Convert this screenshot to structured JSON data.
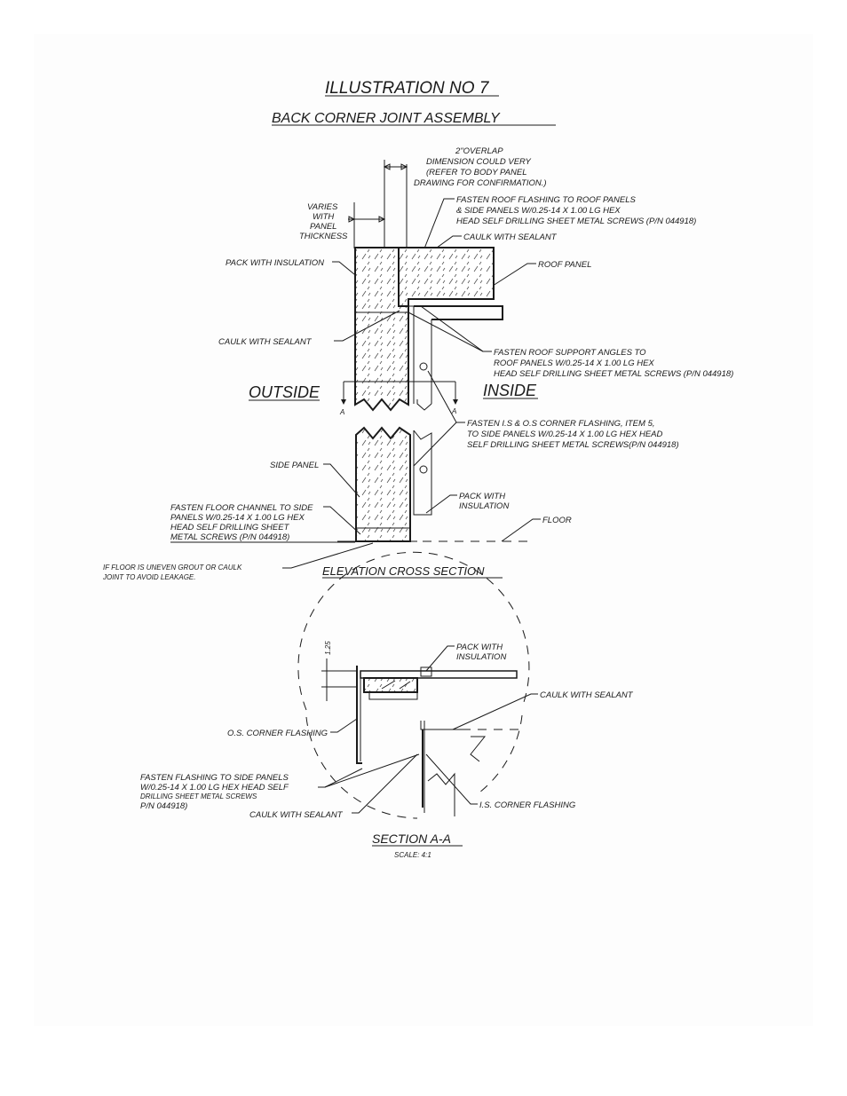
{
  "title": "ILLUSTRATION NO 7",
  "subtitle": "BACK CORNER JOINT ASSEMBLY",
  "overlap_note": [
    "2\"OVERLAP",
    "DIMENSION COULD VERY",
    "(REFER TO BODY PANEL",
    "DRAWING FOR CONFIRMATION.)"
  ],
  "varies_note": [
    "VARIES",
    "WITH",
    "PANEL",
    "THICKNESS"
  ],
  "fasten_roof_flashing": [
    "FASTEN ROOF FLASHING TO ROOF PANELS",
    "& SIDE PANELS W/0.25-14 X 1.00 LG HEX",
    "HEAD SELF DRILLING SHEET METAL SCREWS (P/N 044918)"
  ],
  "caulk_top": "CAULK WITH SEALANT",
  "pack_top": "PACK WITH INSULATION",
  "roof_panel": "ROOF PANEL",
  "caulk_mid": "CAULK WITH SEALANT",
  "fasten_roof_support": [
    "FASTEN ROOF SUPPORT ANGLES TO",
    "ROOF PANELS W/0.25-14 X 1.00 LG HEX",
    "HEAD SELF DRILLING SHEET METAL SCREWS (P/N 044918)"
  ],
  "outside": "OUTSIDE",
  "inside": "INSIDE",
  "section_marker": "A",
  "fasten_corner": [
    "FASTEN I.S & O.S CORNER FLASHING, ITEM 5,",
    "TO SIDE PANELS W/0.25-14 X 1.00 LG HEX HEAD",
    "SELF DRILLING SHEET METAL SCREWS(P/N 044918)"
  ],
  "side_panel": "SIDE PANEL",
  "pack_low": [
    "PACK WITH",
    "INSULATION"
  ],
  "floor": "FLOOR",
  "fasten_floor": [
    "FASTEN FLOOR CHANNEL TO SIDE",
    "PANELS W/0.25-14 X 1.00 LG HEX",
    "HEAD SELF DRILLING SHEET",
    "METAL SCREWS (P/N 044918)"
  ],
  "floor_uneven": [
    "IF FLOOR IS UNEVEN GROUT OR CAULK",
    "JOINT TO AVOID LEAKAGE."
  ],
  "elevation_title": "ELEVATION CROSS SECTION",
  "dim_125": "1.25",
  "pack_section": [
    "PACK WITH",
    "INSULATION"
  ],
  "caulk_section_right": "CAULK WITH SEALANT",
  "os_flashing": "O.S. CORNER FLASHING",
  "fasten_flashing": [
    "FASTEN FLASHING TO SIDE PANELS",
    "W/0.25-14 X 1.00 LG HEX HEAD SELF",
    "DRILLING SHEET METAL SCREWS",
    "P/N 044918)"
  ],
  "caulk_section_bottom": "CAULK WITH SEALANT",
  "is_flashing": "I.S. CORNER FLASHING",
  "section_title": "SECTION A-A",
  "scale": "SCALE: 4:1"
}
